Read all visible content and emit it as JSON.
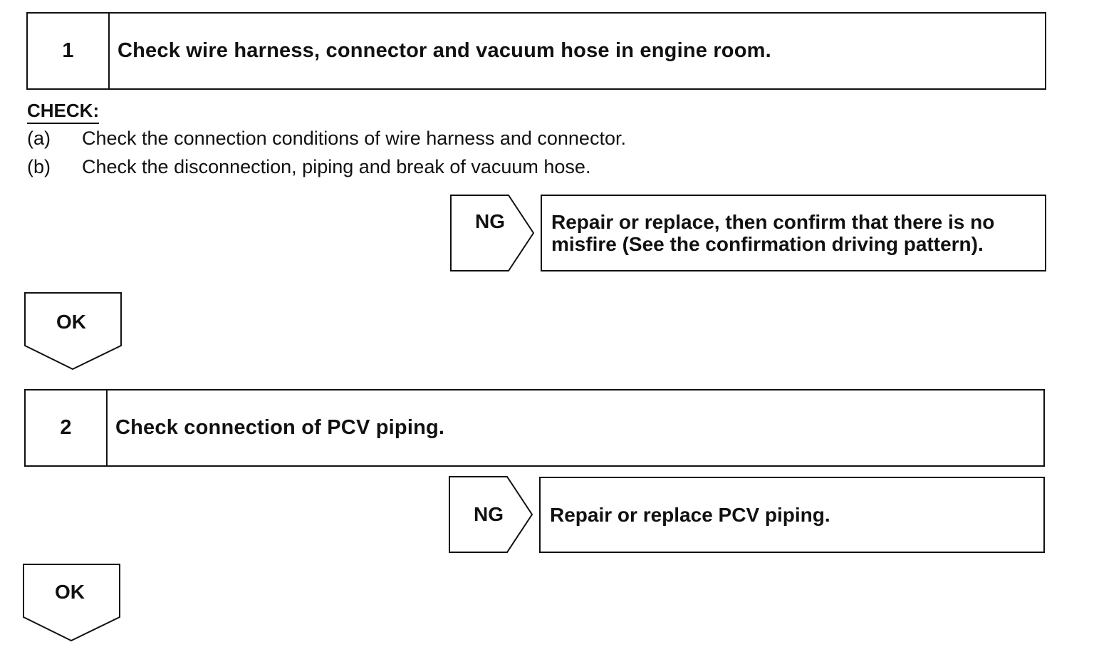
{
  "steps": [
    {
      "number": "1",
      "title": "Check wire harness, connector and vacuum hose in engine room.",
      "check_heading": "CHECK:",
      "check_items": [
        {
          "marker": "(a)",
          "text": "Check the connection conditions of wire harness and connector."
        },
        {
          "marker": "(b)",
          "text": "Check the disconnection, piping and break of vacuum hose."
        }
      ],
      "ng_label": "NG",
      "ng_action_lines": [
        "Repair or replace, then confirm that there is no",
        "misfire (See the confirmation driving pattern)."
      ],
      "ok_label": "OK"
    },
    {
      "number": "2",
      "title": "Check connection of PCV piping.",
      "ng_label": "NG",
      "ng_action_lines": [
        "Repair or replace PCV piping."
      ],
      "ok_label": "OK"
    }
  ]
}
